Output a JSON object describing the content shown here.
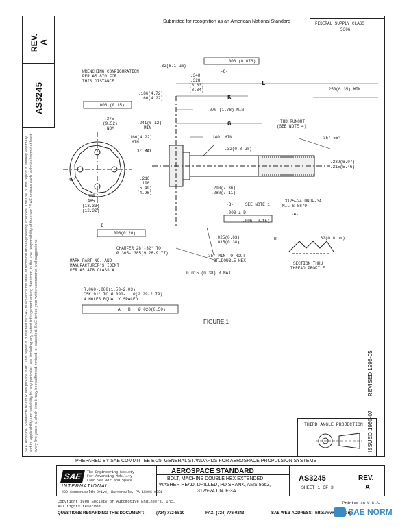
{
  "header": {
    "submitted": "Submitted for recognition as an American National Standard",
    "federal_supply_class": "FEDERAL SUPPLY CLASS",
    "class_number": "5306"
  },
  "left_block": {
    "rev_label": "REV.",
    "rev_value": "A",
    "doc_number": "AS3245"
  },
  "disclaimer": "SAE Technical Standards Board Rules provide that: “This report is published by SAE to advance the state of technical and engineering sciences. The use of this report is entirely voluntary, and its applicability and suitability for any particular use, including any patent infringement arising therefrom, is the sole responsibility of the user.” SAE reviews each technical report at least every five years at which time it may be reaffirmed, revised, or cancelled. SAE invites your written comments and suggestions.",
  "drawing": {
    "figure_caption": "FIGURE 1",
    "third_angle": "THIRD ANGLE PROJECTION",
    "labels": [
      "WRENCHING CONFIGURATION",
      "PER AS 870 FOR",
      "THIS DISTANCE",
      ".32(8.1 μm)",
      ".003 (0.076)",
      "-C-",
      ".348",
      ".328",
      "(8.83)",
      "(8.34)",
      ".186(4.72)",
      ".166(4.22)",
      ".006 (0.15)",
      ".375",
      "(9.52)",
      "NOM",
      ".241(6.12)",
      "MIN",
      ".166(4.22)",
      "MIN",
      "3° MAX",
      ".070 (1.78) MIN",
      "THD RUNOUT",
      "(SEE NOTE 4)",
      ".250(6.35) MIN",
      "35°-55°",
      "140° MIN",
      ".32(0.8 μm)",
      ".239(6.07)",
      ".215(5.46)",
      "K",
      "G",
      "L",
      ".216",
      ".196",
      "(5.49)",
      "(4.98)",
      ".525",
      ".485",
      "(13.33)",
      "(12.32)",
      ".290(7.36)",
      ".280(7.11)",
      "-B-",
      "SEE NOTE 1",
      ".3125-24 UNJF-3A",
      "MIL-S-8879",
      "-A-",
      ".003 ⊥ D",
      ".006 (0.15)",
      "-D-",
      ".008(0.20)",
      "45°",
      ".025(0.63)",
      ".015(0.38)",
      "R",
      "CHAMFER 28°-32° TO",
      "Ø.365-.385(9.28-9.77)",
      "35° MIN TO ROOT",
      "OF DOUBLE HEX",
      "MARK PART NO. AND",
      "MANUFACTURER'S IDENT",
      "PER AS 478 CLASS A",
      "0.015 (0.38) R MAX",
      "R.060-.080(1.53-2.03)",
      "CSK 91° TO Ø.090-.110(2.29-2.79)",
      "4 HOLES EQUALLY SPACED",
      "Ø.020(0.50)",
      "A",
      "B",
      ".32(0.8 μm)",
      "SECTION THRU",
      "THREAD PROFILE"
    ]
  },
  "side_note": {
    "issued": "ISSUED 1980-07",
    "revised": "REVISED 1998-05"
  },
  "title_block": {
    "prepared_by": "PREPARED BY SAE COMMITTEE E-25, GENERAL STANDARDS FOR AEROSPACE PROPULSION SYSTEMS",
    "logo_text": "SAE",
    "society_line1": "The Engineering Society",
    "society_line2": "For Advancing Mobility",
    "society_line3": "Land Sea Air and Space",
    "international": "INTERNATIONAL",
    "address": "400 Commonwealth Drive, Warrendale, PA 15096-0001",
    "standard_title": "AEROSPACE STANDARD",
    "desc_line1": "BOLT, MACHINE DOUBLE HEX EXTENDED",
    "desc_line2": "WASHER HEAD, DRILLED, PD SHANK, AMS 5662,",
    "desc_line3": ".3125-24 UNJF-3A",
    "doc_number": "AS3245",
    "sheet": "SHEET 1 OF 3",
    "rev_label": "REV.",
    "rev_value": "A"
  },
  "footer": {
    "copyright": "Copyright 1998 Society of Automotive Engineers, Inc.",
    "rights": "All rights reserved.",
    "printed": "Printed in U.S.A.",
    "questions_label": "QUESTIONS REGARDING THIS DOCUMENT:",
    "phone": "(724) 772-8510",
    "fax": "FAX: (724) 776-0243",
    "web_label": "SAE WEB ADDRESS:",
    "web": "http://www.sae.org",
    "watermark": "SAE NORM"
  }
}
